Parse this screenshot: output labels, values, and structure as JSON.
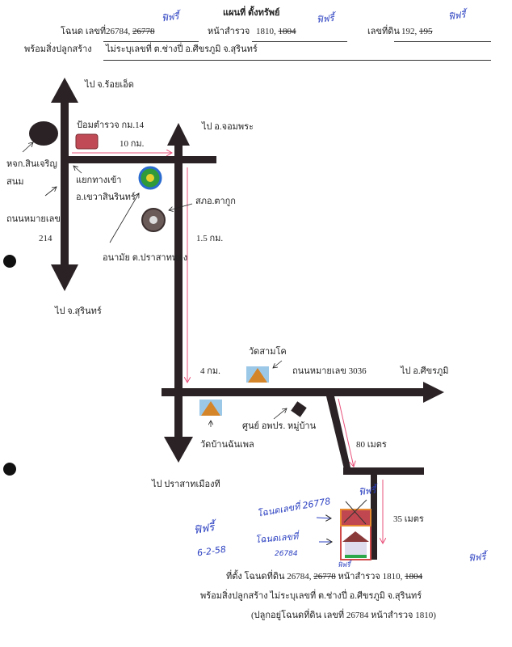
{
  "header": {
    "title": "แผนที่ ตั้งทรัพย์",
    "deed_label": "โฉนด เลขที่",
    "deed_value": "26784,",
    "deed_struck": "26778",
    "survey_label": "หน้าสำรวจ",
    "survey_value": "1810,",
    "survey_struck": "1804",
    "land_label": "เลขที่ดิน",
    "land_value": "192,",
    "land_struck": "195",
    "building_label": "พร้อมสิ่งปลูกสร้าง",
    "building_value": "ไม่ระบุเลขที่ ต.ช่างปี่  อ.ศีขรภูมิ  จ.สุรินทร์",
    "signature": "ฟิฟรี้"
  },
  "map": {
    "to_roiet": "ไป จ.ร้อยเอ็ด",
    "police_box": "ป้อมตำรวจ กม.14",
    "distance_10km": "10 กม.",
    "to_chomphra": "ไป อ.จอมพระ",
    "partnership": "หจก.สินเจริญ",
    "partnership2": "สนม",
    "junction": "แยกทางเข้า",
    "junction2": "อ.เขวาสินรินทร์",
    "sao": "สภอ.ตากูก",
    "road_label": "ถนนหมายเลข",
    "road_number": "214",
    "distance_15km": "1.5 กม.",
    "health_station": "อนามัย ต.ปราสาททอง",
    "to_surin": "ไป จ.สุรินทร์",
    "distance_4km": "4 กม.",
    "wat_samkho": "วัดสามโค",
    "road_3036": "ถนนหมายเลข 3036",
    "to_sikhoraphum": "ไป อ.ศีขรภูมิ",
    "center": "ศูนย์ อพปร. หมู่บ้าน",
    "wat_ban": "วัดบ้านฉันเพล",
    "distance_80m": "80 เมตร",
    "to_prasat": "ไป ปราสาทเมืองที",
    "distance_35m": "35 เมตร"
  },
  "handwritten": {
    "note_top": "โฉนดเลขที่ 26778",
    "sign_top": "ฟิฟรี้",
    "date_sign": "ฟิฟรี้",
    "date": "6-2-58",
    "note_bottom": "โฉนดเลขที่",
    "note_bottom_num": "26784",
    "sign_small": "ฟิฟรี้",
    "sign_footer": "ฟิฟรี้"
  },
  "footer": {
    "line1_prefix": "ที่ตั้ง โฉนดที่ดิน 26784,",
    "line1_struck1": "26778",
    "line1_mid": "หน้าสำรวจ 1810,",
    "line1_struck2": "1804",
    "line2": "พร้อมสิ่งปลูกสร้าง ไม่ระบุเลขที่  ต.ช่างปี่  อ.ศีขรภูมิ จ.สุรินทร์",
    "line3": "(ปลูกอยู่โฉนดที่ดิน เลขที่ 26784 หน้าสำรวจ 1810)"
  },
  "colors": {
    "road": "#2a2224",
    "distance": "#e8507a",
    "ink": "#2a3fc0",
    "house_roof": "#c0474f"
  }
}
